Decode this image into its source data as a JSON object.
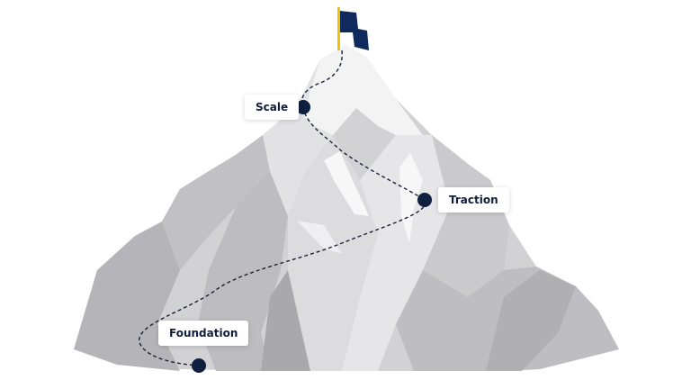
{
  "milestones": [
    {
      "label": "Scale"
    },
    {
      "label": "Traction"
    },
    {
      "label": "Foundation"
    }
  ],
  "colors": {
    "marker": "#0f1f3d",
    "flag": "#0f2a5c",
    "pole": "#f2c200",
    "path": "#1a2238",
    "mountain_light": "#e4e4e6",
    "mountain_mid": "#c9c9cc",
    "mountain_dark": "#a7a7ab",
    "snow": "#f4f4f5"
  }
}
